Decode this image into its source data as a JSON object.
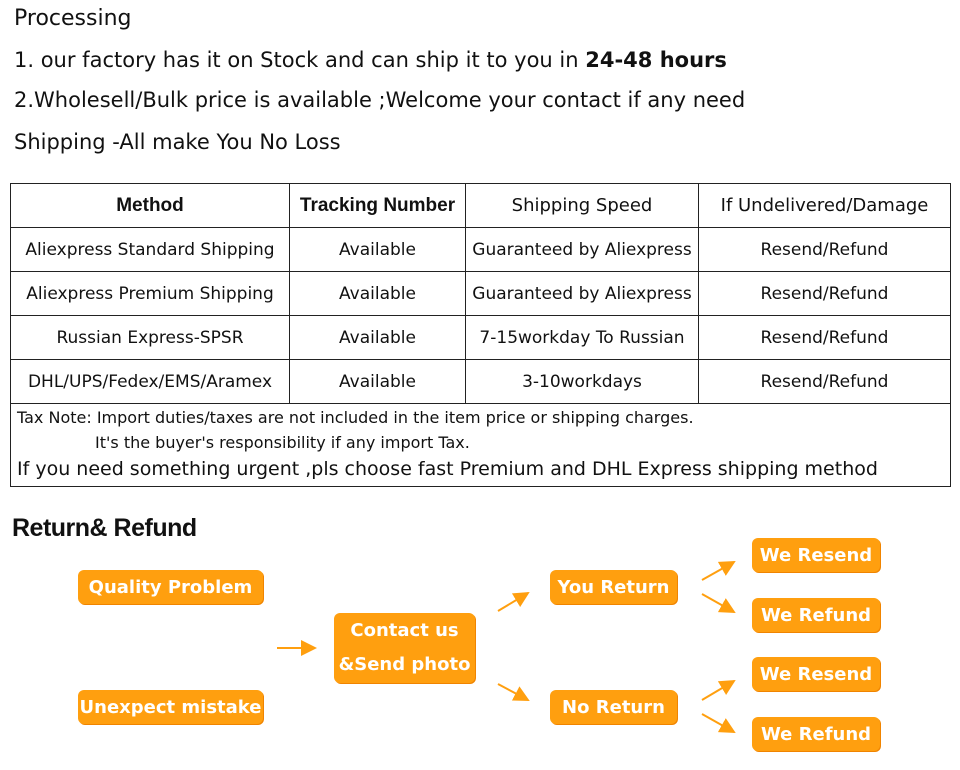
{
  "processing": {
    "title": "Processing",
    "line1_prefix": "1. our factory has it on Stock and can ship it to you in ",
    "line1_bold": "24-48 hours",
    "line2": "2.Wholesell/Bulk price is available ;Welcome your contact if any need",
    "shipping_title": "Shipping -All make You No Loss"
  },
  "table": {
    "headers": [
      "Method",
      "Tracking Number",
      "Shipping Speed",
      "If Undelivered/Damage"
    ],
    "rows": [
      [
        "Aliexpress Standard Shipping",
        "Available",
        "Guaranteed by Aliexpress",
        "Resend/Refund"
      ],
      [
        "Aliexpress Premium Shipping",
        "Available",
        "Guaranteed by Aliexpress",
        "Resend/Refund"
      ],
      [
        "Russian Express-SPSR",
        "Available",
        "7-15workday To Russian",
        "Resend/Refund"
      ],
      [
        "DHL/UPS/Fedex/EMS/Aramex",
        "Available",
        "3-10workdays",
        "Resend/Refund"
      ]
    ],
    "tax_note": "Tax Note: Import duties/taxes are not included in the item price or shipping charges.",
    "tax_note2": "It's the buyer's responsibility if any import Tax.",
    "urgent_note": "If you need something urgent ,pls choose fast Premium and DHL Express shipping method"
  },
  "refund": {
    "title": "Return& Refund",
    "quality_problem": "Quality Problem",
    "unexpect_mistake": "Unexpect mistake",
    "contact_line1": "Contact us",
    "contact_line2": "&Send photo",
    "you_return": "You Return",
    "no_return": "No Return",
    "we_resend_1": "We Resend",
    "we_refund_1": "We Refund",
    "we_resend_2": "We Resend",
    "we_refund_2": "We Refund",
    "accent_color": "#ff9f0f"
  }
}
